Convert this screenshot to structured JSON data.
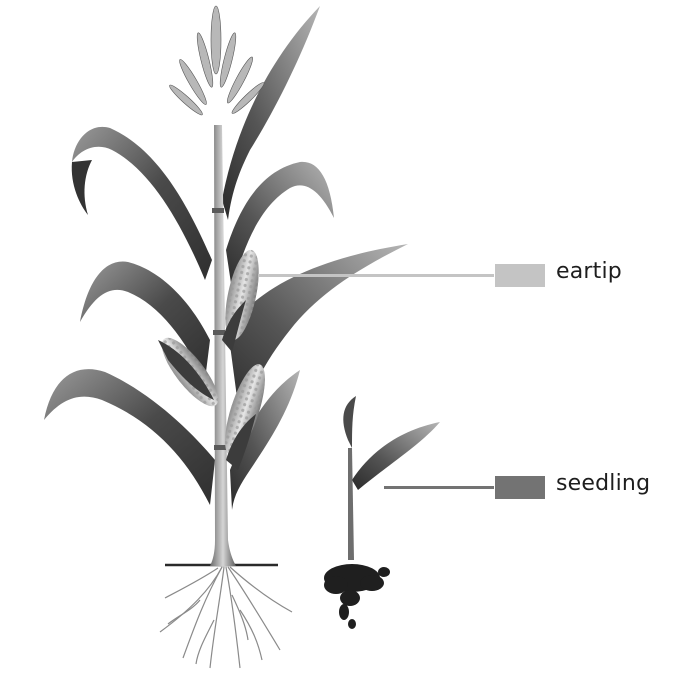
{
  "diagram": {
    "subjects": [
      "mature-corn-plant",
      "corn-seedling"
    ],
    "labels": [
      {
        "id": "eartip",
        "text": "eartip",
        "color": "#c4c4c4"
      },
      {
        "id": "seedling",
        "text": "seedling",
        "color": "#737373"
      }
    ]
  },
  "palette": {
    "leaf_dark": "#3a3a3a",
    "leaf_mid": "#7d7d7d",
    "leaf_light": "#c9c9c9",
    "ear_light": "#d9d9d9",
    "soil": "#1f1f1f",
    "root": "#8a8a8a"
  }
}
